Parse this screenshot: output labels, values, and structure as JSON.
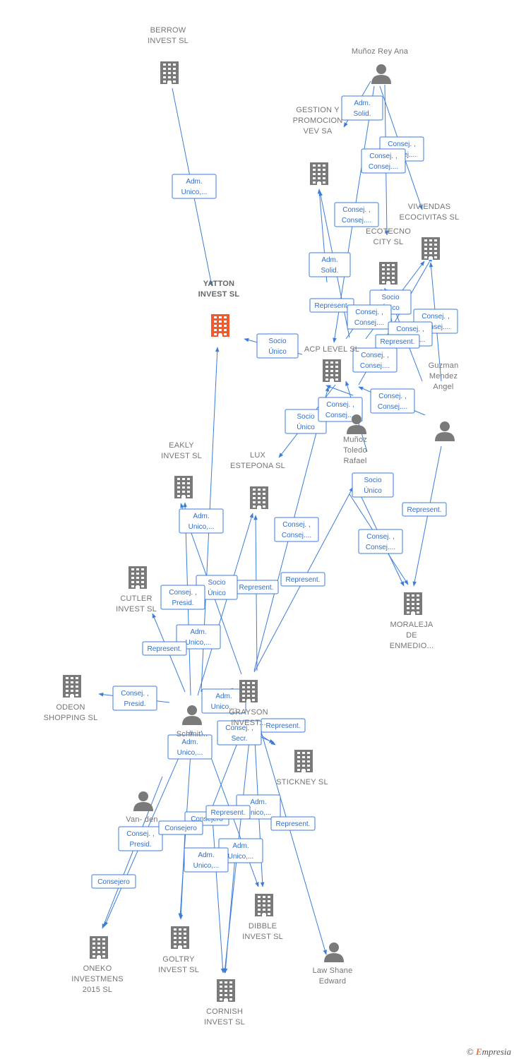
{
  "colors": {
    "edge": "#3b7dd8",
    "company": "#7a7a7a",
    "company_focus": "#f15a2b",
    "person": "#7a7a7a"
  },
  "nodes": [
    {
      "id": "berrow",
      "kind": "company",
      "label": [
        "BERROW",
        "INVEST  SL"
      ]
    },
    {
      "id": "munoz_rey",
      "kind": "person",
      "label": [
        "Muñoz Rey Ana"
      ]
    },
    {
      "id": "gestion",
      "kind": "company",
      "label": [
        "GESTION Y",
        "PROMOCION",
        "VEV SA"
      ]
    },
    {
      "id": "viviendas",
      "kind": "company",
      "label": [
        "VIVIENDAS",
        "ECOCIVITAS SL"
      ]
    },
    {
      "id": "ecotecno",
      "kind": "company",
      "label": [
        "ECOTECNO",
        "CITY SL"
      ]
    },
    {
      "id": "yatton",
      "kind": "company",
      "focus": true,
      "label": [
        "YATTON",
        "INVEST  SL"
      ]
    },
    {
      "id": "acp",
      "kind": "company",
      "label": [
        "ACP LEVEL  SL"
      ]
    },
    {
      "id": "guzman",
      "kind": "person",
      "label": [
        "Guzman",
        "Mendez",
        "Angel"
      ]
    },
    {
      "id": "munoz_toledo",
      "kind": "person",
      "label": [
        "Muñoz",
        "Toledo",
        "Rafael"
      ]
    },
    {
      "id": "eakly",
      "kind": "company",
      "label": [
        "EAKLY",
        "INVEST  SL"
      ]
    },
    {
      "id": "lux",
      "kind": "company",
      "label": [
        "LUX",
        "ESTEPONA  SL"
      ]
    },
    {
      "id": "moraleja",
      "kind": "company",
      "label": [
        "MORALEJA",
        "DE",
        "ENMEDIO..."
      ]
    },
    {
      "id": "cutler",
      "kind": "company",
      "label": [
        "CUTLER",
        "INVEST  SL"
      ]
    },
    {
      "id": "odeon",
      "kind": "company",
      "label": [
        "ODEON",
        "SHOPPING SL"
      ]
    },
    {
      "id": "grayson",
      "kind": "company",
      "label": [
        "GRAYSON",
        "INVEST..."
      ]
    },
    {
      "id": "schmit",
      "kind": "person",
      "label": [
        "Schmit..."
      ]
    },
    {
      "id": "stickney",
      "kind": "company",
      "label": [
        "STICKNEY  SL"
      ]
    },
    {
      "id": "vanden",
      "kind": "person",
      "label": [
        "Van- den"
      ]
    },
    {
      "id": "dibble",
      "kind": "company",
      "label": [
        "DIBBLE",
        "INVEST  SL"
      ]
    },
    {
      "id": "oneko",
      "kind": "company",
      "label": [
        "ONEKO",
        "INVESTMENS",
        "2015  SL"
      ]
    },
    {
      "id": "goltry",
      "kind": "company",
      "label": [
        "GOLTRY",
        "INVEST  SL"
      ]
    },
    {
      "id": "law",
      "kind": "person",
      "label": [
        "Law Shane",
        "Edward"
      ]
    },
    {
      "id": "cornish",
      "kind": "company",
      "label": [
        "CORNISH",
        "INVEST  SL"
      ]
    }
  ],
  "edge_labels": [
    [
      "Adm.",
      "Unico,..."
    ],
    [
      "Adm.",
      "Solid."
    ],
    [
      "Consej. ,",
      "Consej...."
    ],
    [
      "Consej. ,",
      "Consej...."
    ],
    [
      "Consej. ,",
      "Consej...."
    ],
    [
      "Adm.",
      "Solid."
    ],
    [
      "Represent."
    ],
    [
      "Socio",
      "Único"
    ],
    [
      "Socio",
      "Único"
    ],
    [
      "Socio",
      "Único"
    ],
    [
      "Consej. ,",
      "Consej...."
    ],
    [
      "Consej. ,",
      "Consej...."
    ],
    [
      "Consej. ,",
      "Consej...."
    ],
    [
      "Consej. ,",
      "Consej...."
    ],
    [
      "Consej. ,",
      "Consej...."
    ],
    [
      "Consej. ,",
      "Consej...."
    ],
    [
      "Consej. ,",
      "Consej...."
    ],
    [
      "Socio",
      "Único"
    ],
    [
      "Consej. ,",
      "Consej...."
    ],
    [
      "Represent."
    ],
    [
      "Represent."
    ],
    [
      "Represent."
    ],
    [
      "Socio",
      "Único"
    ],
    [
      "Adm.",
      "Unico,..."
    ],
    [
      "Adm.",
      "Unico,..."
    ],
    [
      "Represent."
    ],
    [
      "Consej. ,",
      "Presid."
    ],
    [
      "Adm.",
      "Unico,..."
    ],
    [
      "Represent."
    ],
    [
      "Consej. ,",
      "Presid."
    ],
    [
      "Consej. ,",
      "Secr."
    ],
    [
      "Represent."
    ],
    [
      "Adm.",
      "Unico,..."
    ],
    [
      "Consejero"
    ],
    [
      "Adm.",
      "Unico,..."
    ],
    [
      "Represent."
    ],
    [
      "Adm.",
      "Unico,..."
    ],
    [
      "Represent."
    ],
    [
      "Consejero"
    ],
    [
      "Consej. ,",
      "Presid."
    ],
    [
      "Represent."
    ],
    [
      "Adm.",
      "Unico,..."
    ],
    [
      "Consejero"
    ]
  ],
  "watermark": {
    "copyright": "©",
    "brand_initial": "E",
    "brand_rest": "mpresia"
  }
}
